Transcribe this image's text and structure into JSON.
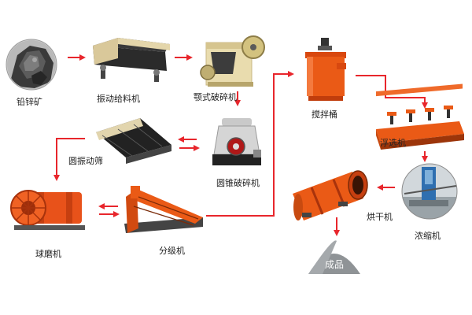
{
  "nodes": {
    "lead_zinc_ore": "铅锌矿",
    "vibrating_feeder": "振动给料机",
    "jaw_crusher": "颚式破碎机",
    "cone_crusher": "圆锥破碎机",
    "circular_screen": "圆振动筛",
    "ball_mill": "球磨机",
    "classifier": "分级机",
    "agitation_tank": "搅拌桶",
    "flotation_machine": "浮选机",
    "thickener": "浓缩机",
    "dryer": "烘干机",
    "product": "成品"
  },
  "colors": {
    "arrow": "#e8262c",
    "machine_orange": "#ea5a16",
    "machine_dark": "#2a2a2a",
    "product_pile": "#8f9396"
  }
}
